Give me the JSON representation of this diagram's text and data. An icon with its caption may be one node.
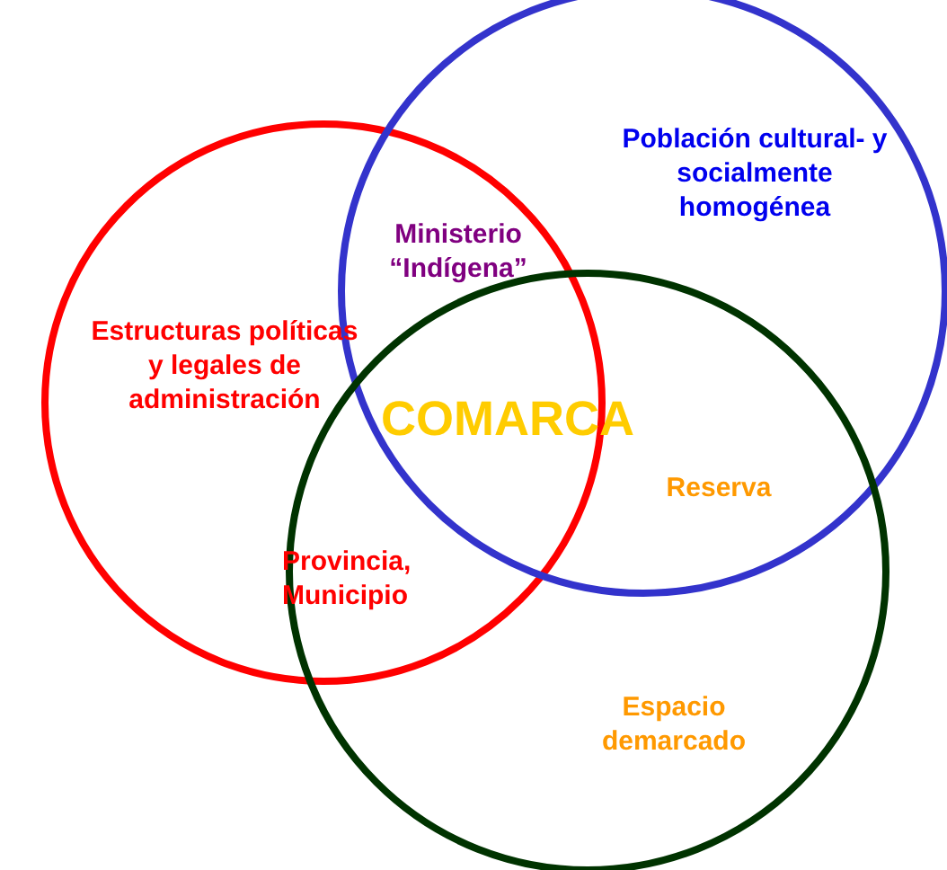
{
  "diagram": {
    "nodes": [
      {
        "text": [
          "Estructuras políticas y legales de administración"
        ]
      },
      {
        "text": [
          "Población cultural- y socialmente homogénea"
        ]
      },
      {
        "text": [
          "Espacio demarcado"
        ]
      }
    ],
    "labels": [
      "Ministerio “Indígena”",
      "COMARCA",
      "Reserva",
      "Provincia, Municipio"
    ]
  }
}
